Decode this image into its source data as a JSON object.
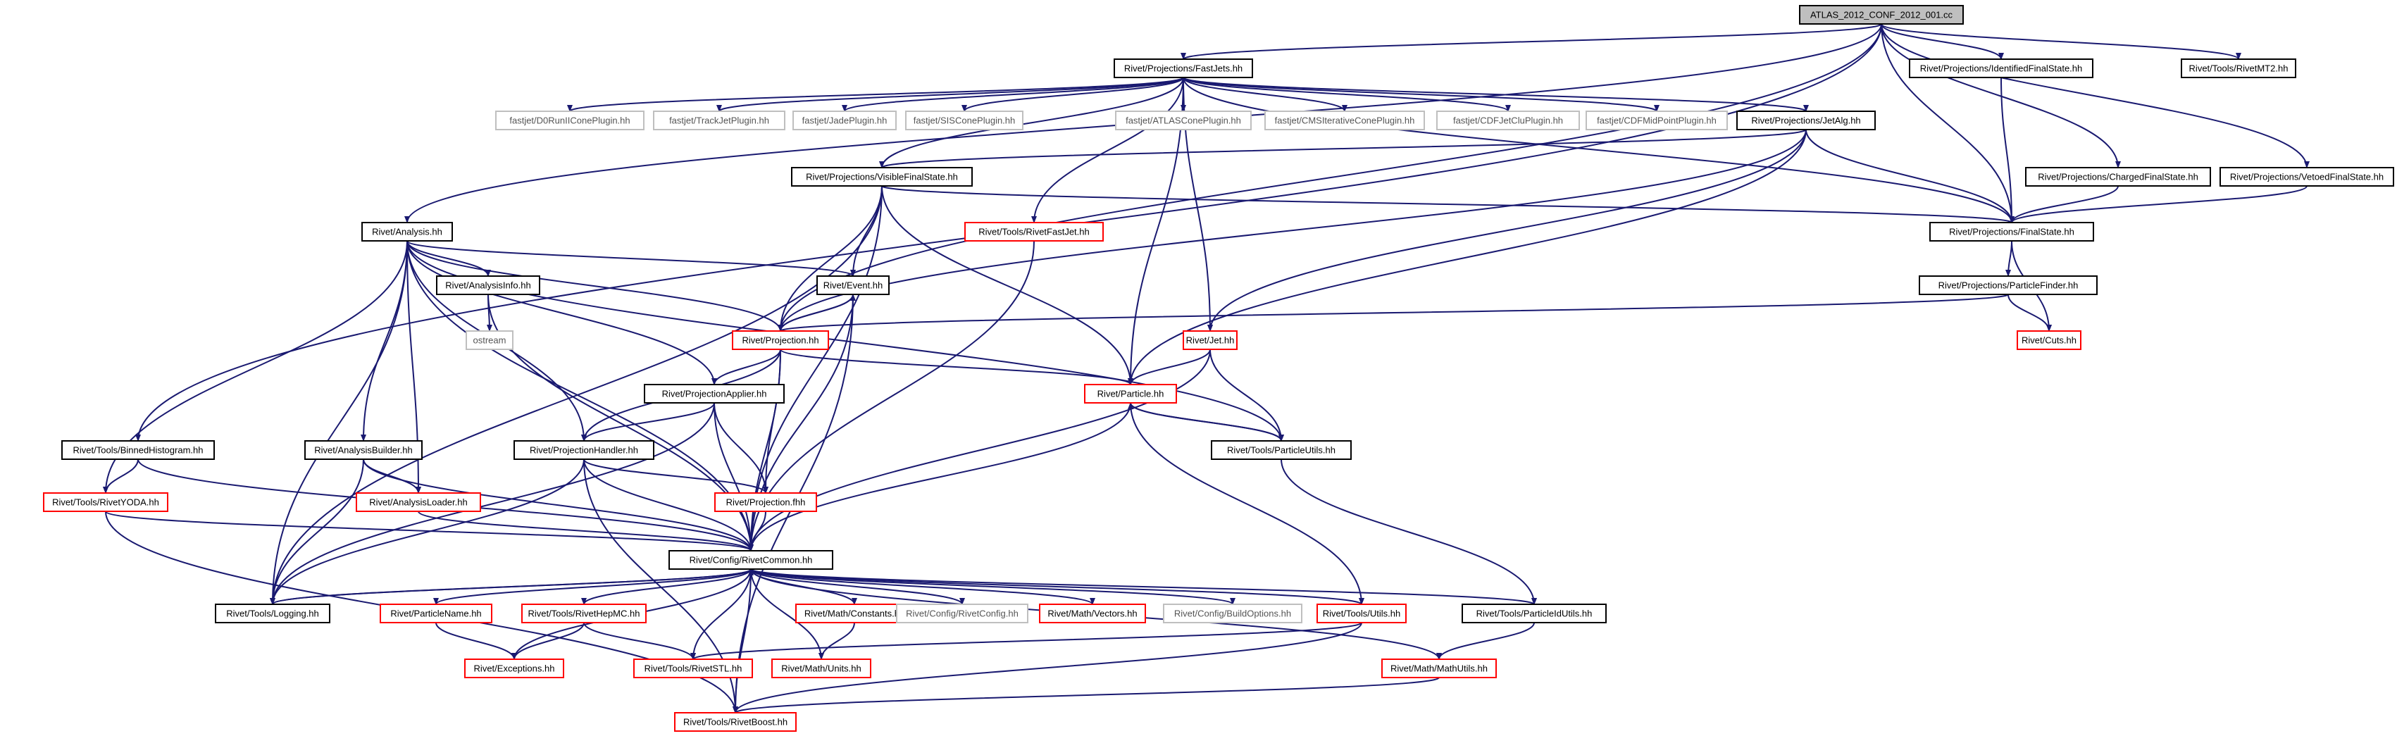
{
  "diagram": {
    "kind": "include-dependency-graph",
    "nodes": [
      {
        "id": "root",
        "label": "ATLAS_2012_CONF_2012_001.cc",
        "style": "root"
      },
      {
        "id": "fastjets",
        "label": "Rivet/Projections/FastJets.hh",
        "style": "normal"
      },
      {
        "id": "identfs",
        "label": "Rivet/Projections/IdentifiedFinalState.hh",
        "style": "normal"
      },
      {
        "id": "rivetmt2",
        "label": "Rivet/Tools/RivetMT2.hh",
        "style": "normal"
      },
      {
        "id": "d0",
        "label": "fastjet/D0RunIIConePlugin.hh",
        "style": "grey"
      },
      {
        "id": "trackjet",
        "label": "fastjet/TrackJetPlugin.hh",
        "style": "grey"
      },
      {
        "id": "jade",
        "label": "fastjet/JadePlugin.hh",
        "style": "grey"
      },
      {
        "id": "siscone",
        "label": "fastjet/SISConePlugin.hh",
        "style": "grey"
      },
      {
        "id": "atlascone",
        "label": "fastjet/ATLASConePlugin.hh",
        "style": "grey"
      },
      {
        "id": "cmsiter",
        "label": "fastjet/CMSIterativeConePlugin.hh",
        "style": "grey"
      },
      {
        "id": "cdfjetclu",
        "label": "fastjet/CDFJetCluPlugin.hh",
        "style": "grey"
      },
      {
        "id": "cdfmid",
        "label": "fastjet/CDFMidPointPlugin.hh",
        "style": "grey"
      },
      {
        "id": "jetalg",
        "label": "Rivet/Projections/JetAlg.hh",
        "style": "normal"
      },
      {
        "id": "visiblefs",
        "label": "Rivet/Projections/VisibleFinalState.hh",
        "style": "normal"
      },
      {
        "id": "chargedfs",
        "label": "Rivet/Projections/ChargedFinalState.hh",
        "style": "normal"
      },
      {
        "id": "vetoedfs",
        "label": "Rivet/Projections/VetoedFinalState.hh",
        "style": "normal"
      },
      {
        "id": "analysis",
        "label": "Rivet/Analysis.hh",
        "style": "normal"
      },
      {
        "id": "rivetfastjet",
        "label": "Rivet/Tools/RivetFastJet.hh",
        "style": "red"
      },
      {
        "id": "finalstate",
        "label": "Rivet/Projections/FinalState.hh",
        "style": "normal"
      },
      {
        "id": "event",
        "label": "Rivet/Event.hh",
        "style": "normal"
      },
      {
        "id": "analysisinfo",
        "label": "Rivet/AnalysisInfo.hh",
        "style": "normal"
      },
      {
        "id": "partfinder",
        "label": "Rivet/Projections/ParticleFinder.hh",
        "style": "normal"
      },
      {
        "id": "ostream",
        "label": "ostream",
        "style": "grey"
      },
      {
        "id": "projection",
        "label": "Rivet/Projection.hh",
        "style": "red"
      },
      {
        "id": "jet",
        "label": "Rivet/Jet.hh",
        "style": "red"
      },
      {
        "id": "cuts",
        "label": "Rivet/Cuts.hh",
        "style": "red"
      },
      {
        "id": "particle",
        "label": "Rivet/Particle.hh",
        "style": "red"
      },
      {
        "id": "projapplier",
        "label": "Rivet/ProjectionApplier.hh",
        "style": "normal"
      },
      {
        "id": "binnedhisto",
        "label": "Rivet/Tools/BinnedHistogram.hh",
        "style": "normal"
      },
      {
        "id": "analysisbuilder",
        "label": "Rivet/AnalysisBuilder.hh",
        "style": "normal"
      },
      {
        "id": "projhandler",
        "label": "Rivet/ProjectionHandler.hh",
        "style": "normal"
      },
      {
        "id": "particleutils",
        "label": "Rivet/Tools/ParticleUtils.hh",
        "style": "normal"
      },
      {
        "id": "rivetyoda",
        "label": "Rivet/Tools/RivetYODA.hh",
        "style": "red"
      },
      {
        "id": "analysisloader",
        "label": "Rivet/AnalysisLoader.hh",
        "style": "red"
      },
      {
        "id": "projectionfhh",
        "label": "Rivet/Projection.fhh",
        "style": "red"
      },
      {
        "id": "rivetcommon",
        "label": "Rivet/Config/RivetCommon.hh",
        "style": "normal"
      },
      {
        "id": "logging",
        "label": "Rivet/Tools/Logging.hh",
        "style": "normal"
      },
      {
        "id": "particlename",
        "label": "Rivet/ParticleName.hh",
        "style": "red"
      },
      {
        "id": "rivethepmc",
        "label": "Rivet/Tools/RivetHepMC.hh",
        "style": "red"
      },
      {
        "id": "mathconstants",
        "label": "Rivet/Math/Constants.hh",
        "style": "red"
      },
      {
        "id": "rivetconfig",
        "label": "Rivet/Config/RivetConfig.hh",
        "style": "grey"
      },
      {
        "id": "mathvectors",
        "label": "Rivet/Math/Vectors.hh",
        "style": "red"
      },
      {
        "id": "buildoptions",
        "label": "Rivet/Config/BuildOptions.hh",
        "style": "grey"
      },
      {
        "id": "toolsutils",
        "label": "Rivet/Tools/Utils.hh",
        "style": "red"
      },
      {
        "id": "particleidutils",
        "label": "Rivet/Tools/ParticleIdUtils.hh",
        "style": "normal"
      },
      {
        "id": "exceptions",
        "label": "Rivet/Exceptions.hh",
        "style": "red"
      },
      {
        "id": "rivetstl",
        "label": "Rivet/Tools/RivetSTL.hh",
        "style": "red"
      },
      {
        "id": "mathunits",
        "label": "Rivet/Math/Units.hh",
        "style": "red"
      },
      {
        "id": "mathutils",
        "label": "Rivet/Math/MathUtils.hh",
        "style": "red"
      },
      {
        "id": "rivetboost",
        "label": "Rivet/Tools/RivetBoost.hh",
        "style": "red"
      }
    ],
    "edges": [
      [
        "root",
        "fastjets"
      ],
      [
        "root",
        "identfs"
      ],
      [
        "root",
        "rivetmt2"
      ],
      [
        "root",
        "chargedfs"
      ],
      [
        "root",
        "vetoedfs"
      ],
      [
        "root",
        "finalstate"
      ],
      [
        "root",
        "analysis"
      ],
      [
        "root",
        "binnedhisto"
      ],
      [
        "root",
        "projection"
      ],
      [
        "fastjets",
        "d0"
      ],
      [
        "fastjets",
        "trackjet"
      ],
      [
        "fastjets",
        "jade"
      ],
      [
        "fastjets",
        "siscone"
      ],
      [
        "fastjets",
        "atlascone"
      ],
      [
        "fastjets",
        "cmsiter"
      ],
      [
        "fastjets",
        "cdfjetclu"
      ],
      [
        "fastjets",
        "cdfmid"
      ],
      [
        "fastjets",
        "jetalg"
      ],
      [
        "fastjets",
        "rivetfastjet"
      ],
      [
        "fastjets",
        "finalstate"
      ],
      [
        "fastjets",
        "particle"
      ],
      [
        "fastjets",
        "jet"
      ],
      [
        "fastjets",
        "visiblefs"
      ],
      [
        "identfs",
        "finalstate"
      ],
      [
        "chargedfs",
        "finalstate"
      ],
      [
        "vetoedfs",
        "finalstate"
      ],
      [
        "jetalg",
        "visiblefs"
      ],
      [
        "jetalg",
        "finalstate"
      ],
      [
        "jetalg",
        "projection"
      ],
      [
        "jetalg",
        "jet"
      ],
      [
        "jetalg",
        "particle"
      ],
      [
        "visiblefs",
        "finalstate"
      ],
      [
        "visiblefs",
        "event"
      ],
      [
        "visiblefs",
        "projection"
      ],
      [
        "visiblefs",
        "particle"
      ],
      [
        "visiblefs",
        "rivetcommon"
      ],
      [
        "visiblefs",
        "logging"
      ],
      [
        "finalstate",
        "partfinder"
      ],
      [
        "finalstate",
        "cuts"
      ],
      [
        "partfinder",
        "projection"
      ],
      [
        "partfinder",
        "cuts"
      ],
      [
        "rivetfastjet",
        "rivetcommon"
      ],
      [
        "analysis",
        "event"
      ],
      [
        "analysis",
        "analysisinfo"
      ],
      [
        "analysis",
        "projection"
      ],
      [
        "analysis",
        "projapplier"
      ],
      [
        "analysis",
        "projhandler"
      ],
      [
        "analysis",
        "analysisbuilder"
      ],
      [
        "analysis",
        "analysisloader"
      ],
      [
        "analysis",
        "rivetyoda"
      ],
      [
        "analysis",
        "logging"
      ],
      [
        "analysis",
        "rivetcommon"
      ],
      [
        "analysis",
        "particleutils"
      ],
      [
        "analysisinfo",
        "ostream"
      ],
      [
        "analysisinfo",
        "rivetcommon"
      ],
      [
        "event",
        "projection"
      ],
      [
        "event",
        "rivetcommon"
      ],
      [
        "event",
        "rivetboost"
      ],
      [
        "projection",
        "event"
      ],
      [
        "projection",
        "projapplier"
      ],
      [
        "projection",
        "projhandler"
      ],
      [
        "projection",
        "projectionfhh"
      ],
      [
        "projection",
        "particle"
      ],
      [
        "projection",
        "rivetcommon"
      ],
      [
        "jet",
        "particle"
      ],
      [
        "jet",
        "particleutils"
      ],
      [
        "jet",
        "rivetcommon"
      ],
      [
        "particle",
        "particleutils"
      ],
      [
        "particle",
        "rivetcommon"
      ],
      [
        "particle",
        "toolsutils"
      ],
      [
        "particleutils",
        "particle"
      ],
      [
        "particleutils",
        "particleidutils"
      ],
      [
        "projapplier",
        "projhandler"
      ],
      [
        "projapplier",
        "projectionfhh"
      ],
      [
        "projapplier",
        "rivetcommon"
      ],
      [
        "projapplier",
        "logging"
      ],
      [
        "projhandler",
        "projectionfhh"
      ],
      [
        "projhandler",
        "rivetcommon"
      ],
      [
        "projhandler",
        "logging"
      ],
      [
        "projhandler",
        "rivetboost"
      ],
      [
        "binnedhisto",
        "rivetyoda"
      ],
      [
        "binnedhisto",
        "rivetcommon"
      ],
      [
        "analysisbuilder",
        "analysisloader"
      ],
      [
        "analysisbuilder",
        "rivetcommon"
      ],
      [
        "analysisbuilder",
        "logging"
      ],
      [
        "analysisloader",
        "rivetcommon"
      ],
      [
        "rivetyoda",
        "rivetcommon"
      ],
      [
        "rivetyoda",
        "rivetboost"
      ],
      [
        "projectionfhh",
        "rivetcommon"
      ],
      [
        "rivetcommon",
        "logging"
      ],
      [
        "rivetcommon",
        "particlename"
      ],
      [
        "rivetcommon",
        "rivethepmc"
      ],
      [
        "rivetcommon",
        "mathconstants"
      ],
      [
        "rivetcommon",
        "rivetconfig"
      ],
      [
        "rivetcommon",
        "mathvectors"
      ],
      [
        "rivetcommon",
        "buildoptions"
      ],
      [
        "rivetcommon",
        "toolsutils"
      ],
      [
        "rivetcommon",
        "particleidutils"
      ],
      [
        "rivetcommon",
        "exceptions"
      ],
      [
        "rivetcommon",
        "rivetstl"
      ],
      [
        "rivetcommon",
        "mathunits"
      ],
      [
        "rivetcommon",
        "mathutils"
      ],
      [
        "rivetcommon",
        "rivetboost"
      ],
      [
        "logging",
        "rivetcommon"
      ],
      [
        "particlename",
        "exceptions"
      ],
      [
        "rivethepmc",
        "exceptions"
      ],
      [
        "rivethepmc",
        "rivetstl"
      ],
      [
        "mathconstants",
        "mathunits"
      ],
      [
        "toolsutils",
        "rivetstl"
      ],
      [
        "toolsutils",
        "rivetboost"
      ],
      [
        "particleidutils",
        "mathutils"
      ],
      [
        "mathutils",
        "rivetboost"
      ]
    ]
  },
  "colors": {
    "edge": "#191970",
    "root_fill": "#bfbfbf",
    "normal_border": "#000000",
    "red_border": "#ff0000",
    "grey_border": "#bfbfbf",
    "grey_text": "#555555",
    "node_fill": "#ffffff"
  }
}
